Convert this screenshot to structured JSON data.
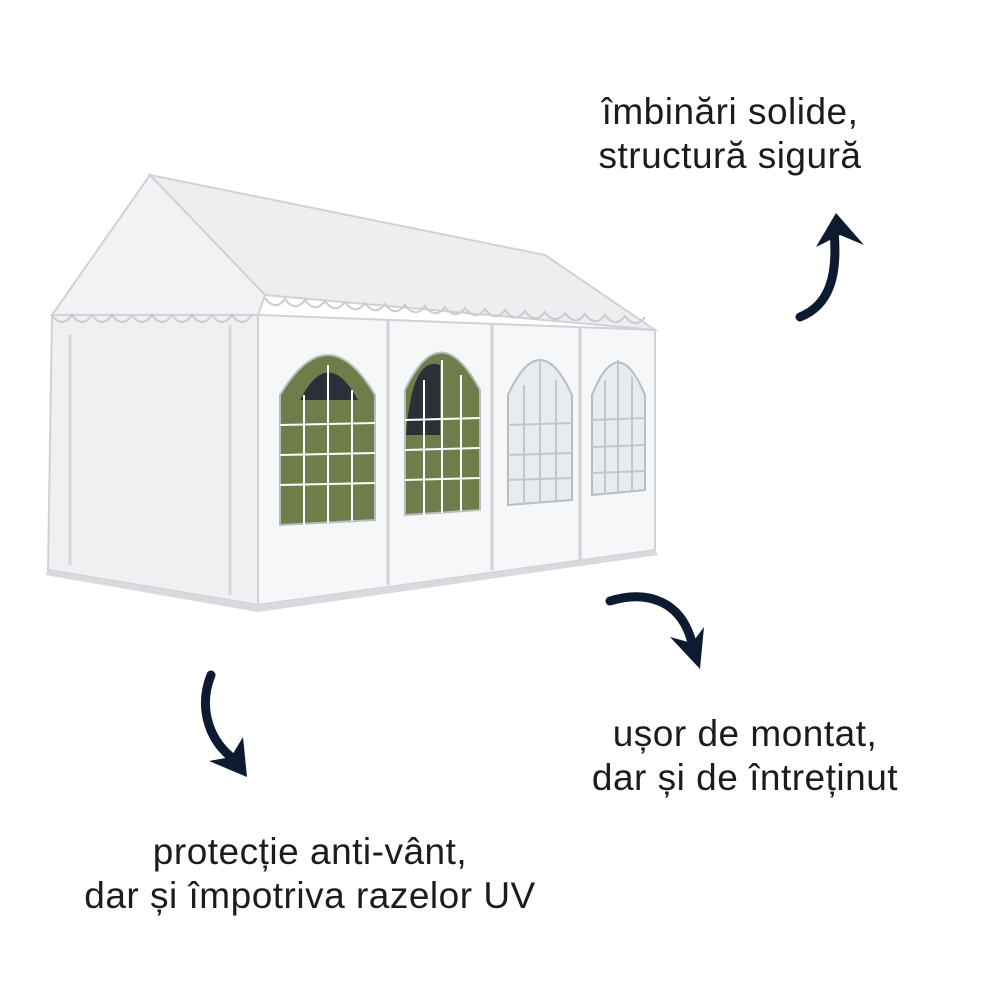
{
  "captions": {
    "joints": {
      "line1": "îmbinări solide,",
      "line2": "structură sigură"
    },
    "assembly": {
      "line1": "ușor de montat,",
      "line2": "dar și de întreținut"
    },
    "protection": {
      "line1": "protecție anti-vânt,",
      "line2": "dar și împotriva razelor UV"
    }
  },
  "colors": {
    "text": "#1b1b22",
    "arrow": "#0e1a2f",
    "tent": "#f4f5f6",
    "tent_shadow": "#d8dadd",
    "grass": "#6f7d4a"
  },
  "icons": [
    "tent-image",
    "curved-arrow-up-icon",
    "curved-arrow-down-right-icon",
    "curved-arrow-down-icon"
  ]
}
